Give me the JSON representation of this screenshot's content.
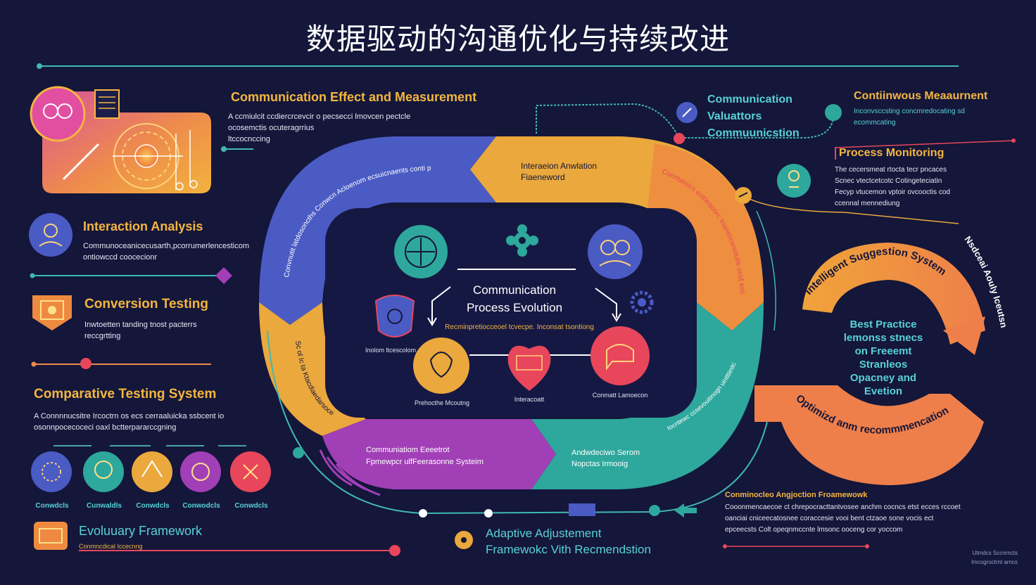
{
  "title": "数据驱动的沟通优化与持续改进",
  "left": {
    "effect": {
      "heading": "Communication Effect and Measurement",
      "body": "A ccmiulcit ccdiercrcevcir o pecsecci lmovcen pectcle",
      "body2": "ocosemctis ocuteragrrius",
      "body3": "ltccocnccing"
    },
    "interaction": {
      "heading": "Interaction Analysis",
      "body": "Communoceanicecusarth,pcorrumerlencesticom",
      "body2": "ontiowccd coocecionr"
    },
    "conversion": {
      "heading": "Conversion Testing",
      "body": "Inwtoetten tanding tnost pacterrs",
      "body2": "reccgrtting"
    },
    "comparative": {
      "heading": "Comparative Testing System",
      "body": "A Connnnucsitre Ircoctrn os ecs cerraaluicka ssbcent io",
      "body2": "osonnpocecoceci oaxl bctterpararccgning"
    },
    "circle_labels": [
      "Conwdcls",
      "Cunwaldls",
      "Conwdcls",
      "Conwodcls",
      "Conwdcls"
    ],
    "evolution": {
      "heading": "Evoluuary Framework",
      "body": "Conmncdical Iccecnng"
    }
  },
  "center": {
    "arc_blue": "Convnutit latdosoncths Conwcn Acloenom ecsuicnaents conti pgtvctins",
    "arc_yellow_top": "Interaeion Anwlation",
    "arc_yellow_top2": "Fiaeneword",
    "arc_orange_right": "Conntatnics eottieaoorc toaneticenotuits ocut esticeoi",
    "arc_yellow_left": "Sc ol Ic ta Ktacdiaedarsoce",
    "arc_purple": "Communiatiom Eeeetrot",
    "arc_purple2": "Fpmewpcr ulfFeerasonne Systeim",
    "arc_teal": "Andwdeciwo Serom",
    "arc_teal2": "Nopctas Irmooig",
    "arc_teal_side": "tocntewc ccsevouitinogn uintttiinitc",
    "core_title": "Communication",
    "core_title2": "Process Evolution",
    "core_sub": "Recminpretiocceoel tcvecpe. Inconsat tsontiong",
    "icon_label_left": "Inolom ltcescolom",
    "icon_label_1": "Prehocthe Mcoutng",
    "icon_label_2": "Interacoatt",
    "icon_label_3": "Conmatt Lamoecon"
  },
  "right": {
    "valuators": {
      "line1": "Communication",
      "line2": "Valuattors",
      "line3": "Commuunicstion"
    },
    "continuous": {
      "heading": "Contiinwous Meaaurnent",
      "body": "Inconvsccsting concmredocating sd",
      "body2": "ecommcating"
    },
    "monitoring": {
      "heading": "Process Monitoring",
      "body": "The cecersmeat rtocta tecr pncaces",
      "body2": "Scnec vtectcetcotc Cotingeteciatin",
      "body3": "Fecyp vtucemon vptoir ovcooctis cod",
      "body4": "ccennal mennediung"
    },
    "suggestion_arc": "Intelligent Suggestion System",
    "right_side_arc": "Nsdceai Aouly Iceutsn",
    "best_practice": {
      "line1": "Best Practice",
      "line2": "lemonss stnecs",
      "line3": "on Freeemt",
      "line4": "Stranleos",
      "line5": "Opacney and",
      "line6": "Evetion"
    },
    "optimization_arc": "Optimizd anm recommmencation",
    "adjustment": {
      "heading": "Conminocleo Angjoction Froamewowk",
      "body": "Cooonmencaecoe ct chrepocracttantvosee anchm cocncs etst ecces rccoet",
      "body2": "oanciai cniceecatosnee coraccesie vooi bent ctzaoe sone vocis ect",
      "body3": "epceecsts Colt opeqnmccnte lmsonc ooceng cor yoccom"
    },
    "footer_note": "Utmdcs Sccnrncts",
    "footer_note2": "lmcogroctrnt arncs"
  },
  "bottom": {
    "adaptive": "Adaptive Adjustement",
    "adaptive2": "Framewokc Vith Recmendstion"
  },
  "colors": {
    "background": "#14163a",
    "blue": "#4a5bc4",
    "yellow": "#eaa83d",
    "orange": "#ed7d4c",
    "teal": "#2ea79c",
    "purple": "#a13fb6",
    "pink": "#e8465b",
    "cyan": "#58d2d6"
  }
}
